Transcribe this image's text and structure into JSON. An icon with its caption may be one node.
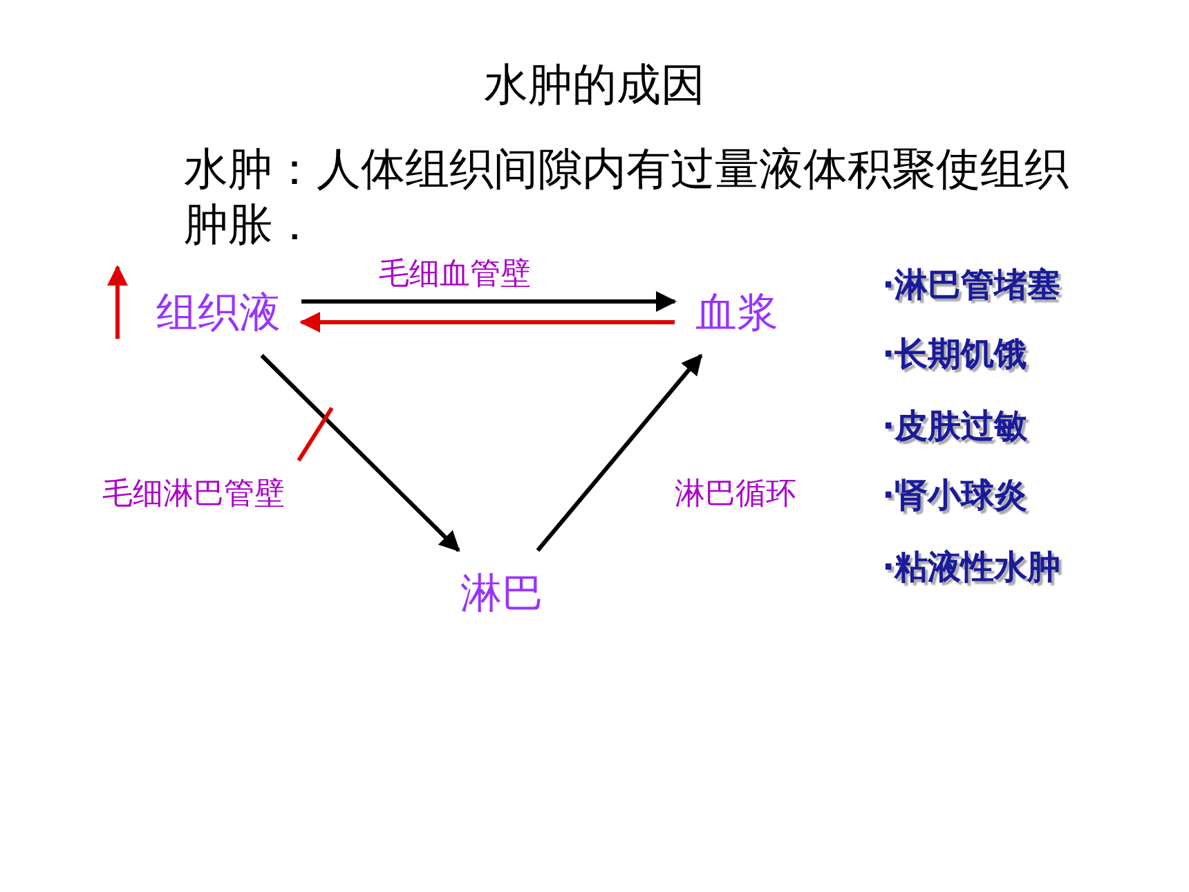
{
  "diagram": {
    "title": "水肿的成因",
    "nodes": [
      {
        "text": [
          "组织液"
        ]
      },
      {
        "text": [
          "血浆"
        ]
      },
      {
        "text": [
          "淋巴"
        ]
      }
    ],
    "edges": [
      {
        "from": 0,
        "to": 1,
        "arrow": "to",
        "label": "毛细血管壁"
      },
      {
        "from": 1,
        "to": 0,
        "arrow": "to",
        "color": "#e00000"
      },
      {
        "from": 0,
        "to": 2,
        "arrow": "to",
        "label": "毛细淋巴管壁"
      },
      {
        "from": 2,
        "to": 1,
        "arrow": "to",
        "label": "淋巴循环"
      }
    ],
    "labels": [
      "水肿：人体组织间隙内有过量液体积聚使组织肿胀．",
      "·淋巴管堵塞",
      "·长期饥饿",
      "·皮肤过敏",
      "·肾小球炎",
      "·粘液性水肿"
    ]
  }
}
